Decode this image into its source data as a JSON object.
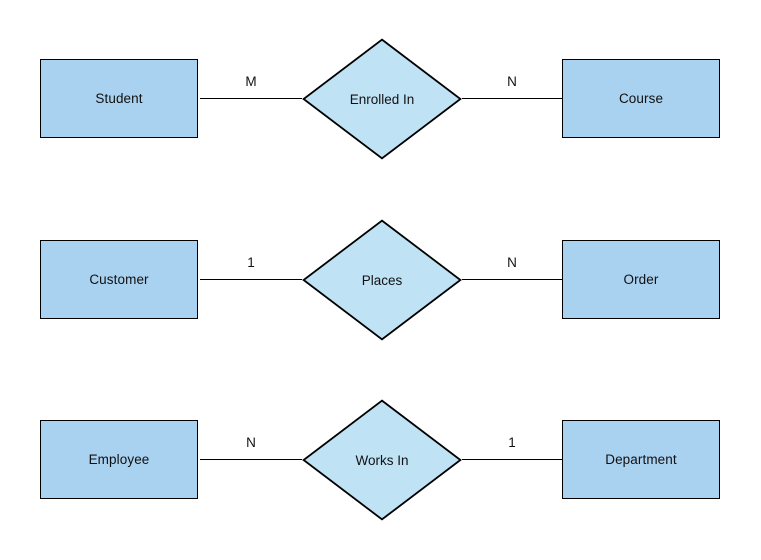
{
  "diagram": {
    "type": "entity-relationship-diagram",
    "background_color": "#ffffff",
    "entity_fill_color": "#a9d1f0",
    "relationship_fill_color": "#bfe2f5",
    "stroke_color": "#000000",
    "rows": [
      {
        "left_entity": "Student",
        "left_cardinality": "M",
        "relationship": "Enrolled In",
        "right_cardinality": "N",
        "right_entity": "Course"
      },
      {
        "left_entity": "Customer",
        "left_cardinality": "1",
        "relationship": "Places",
        "right_cardinality": "N",
        "right_entity": "Order"
      },
      {
        "left_entity": "Employee",
        "left_cardinality": "N",
        "relationship": "Works In",
        "right_cardinality": "1",
        "right_entity": "Department"
      }
    ]
  }
}
